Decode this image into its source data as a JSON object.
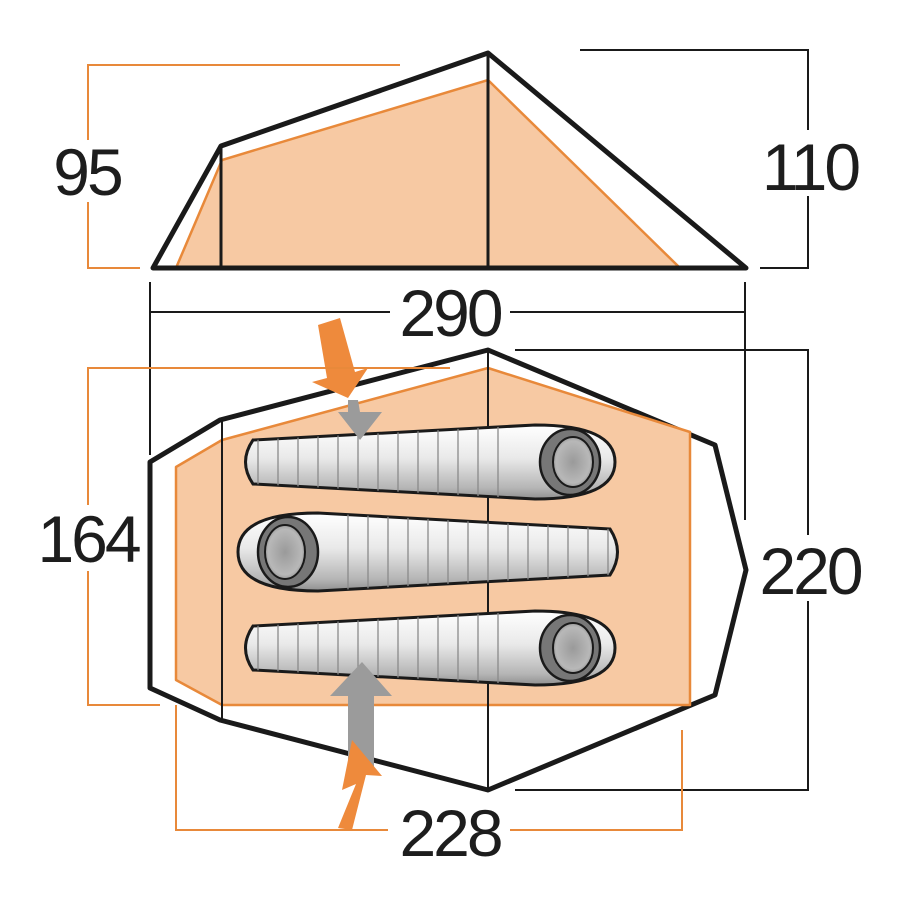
{
  "colors": {
    "outline": "#1a1a1a",
    "inner_fill": "#f7c9a3",
    "inner_stroke": "#e8893a",
    "dimension_orange": "#e8893a",
    "dimension_dark": "#1a1a1a",
    "arrow_orange": "#ee8a3c",
    "arrow_grey": "#9b9b9b",
    "bag_light": "#f2f2f2",
    "bag_dark": "#8c8c8c"
  },
  "dimensions": {
    "inner_height": "95",
    "outer_height": "110",
    "outer_length": "290",
    "inner_width": "164",
    "outer_width": "220",
    "inner_length": "228"
  },
  "icons": {
    "side_view": "tent-side-view-icon",
    "top_view": "tent-top-view-icon",
    "sleeping_bag": "sleeping-bag-icon",
    "entrance_arrow": "entrance-arrow-icon"
  }
}
